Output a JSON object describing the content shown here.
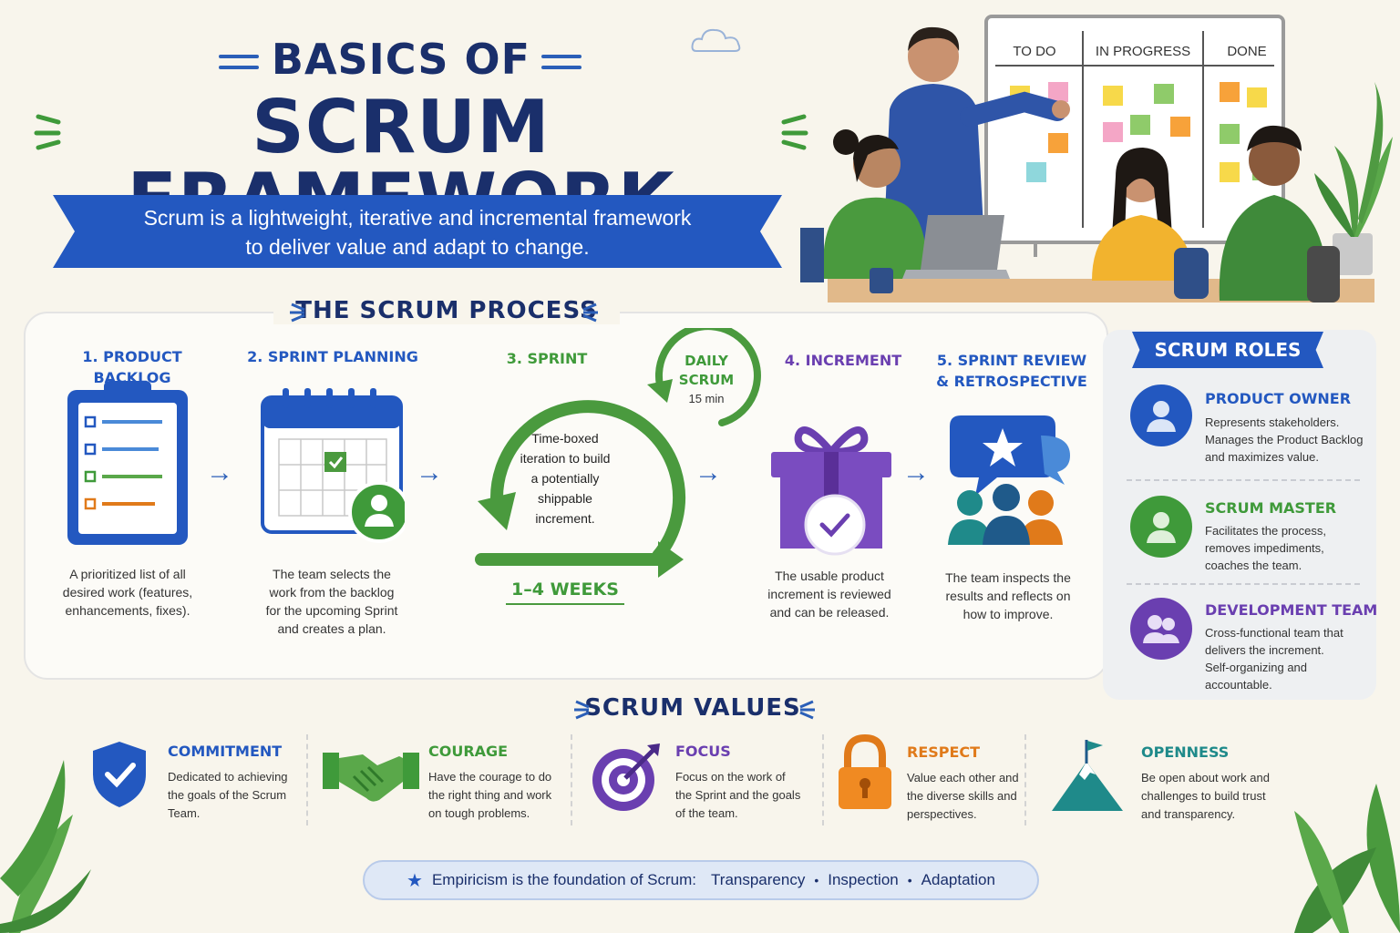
{
  "header": {
    "title_top": "BASICS OF",
    "title_main": "SCRUM FRAMEWORK",
    "tagline_1": "Scrum is a lightweight, iterative and incremental framework",
    "tagline_2": "to deliver value and adapt to change."
  },
  "board": {
    "columns": [
      "TO DO",
      "IN PROGRESS",
      "DONE"
    ]
  },
  "process": {
    "title": "THE SCRUM PROCESS",
    "steps": [
      {
        "title": "1. PRODUCT BACKLOG",
        "desc_1": "A prioritized list of all",
        "desc_2": "desired work (features,",
        "desc_3": "enhancements, fixes)."
      },
      {
        "title": "2. SPRINT PLANNING",
        "desc_1": "The team selects the",
        "desc_2": "work from the backlog",
        "desc_3": "for the upcoming Sprint",
        "desc_4": "and creates a plan."
      },
      {
        "title": "3. SPRINT",
        "inner_1": "Time-boxed",
        "inner_2": "iteration to build",
        "inner_3": "a potentially",
        "inner_4": "shippable",
        "inner_5": "increment.",
        "duration": "1–4 WEEKS"
      },
      {
        "title": "4. INCREMENT",
        "desc_1": "The usable product",
        "desc_2": "increment is reviewed",
        "desc_3": "and can be released."
      },
      {
        "title_1": "5. SPRINT REVIEW",
        "title_2": "& RETROSPECTIVE",
        "desc_1": "The team inspects the",
        "desc_2": "results and reflects on",
        "desc_3": "how to improve."
      }
    ],
    "daily": {
      "line_1": "DAILY",
      "line_2": "SCRUM",
      "time": "15 min"
    }
  },
  "roles": {
    "title": "SCRUM ROLES",
    "items": [
      {
        "title": "PRODUCT OWNER",
        "desc_1": "Represents stakeholders.",
        "desc_2": "Manages the Product Backlog",
        "desc_3": "and maximizes value.",
        "color": "#2358c0"
      },
      {
        "title": "SCRUM MASTER",
        "desc_1": "Facilitates the process,",
        "desc_2": "removes impediments,",
        "desc_3": "coaches the team.",
        "color": "#3f9a3a"
      },
      {
        "title": "DEVELOPMENT TEAM",
        "desc_1": "Cross-functional team that",
        "desc_2": "delivers the increment.",
        "desc_3": "Self-organizing and",
        "desc_4": "accountable.",
        "color": "#6a3fb0"
      }
    ]
  },
  "values": {
    "title": "SCRUM VALUES",
    "items": [
      {
        "title": "COMMITMENT",
        "desc_1": "Dedicated to achieving",
        "desc_2": "the goals of the Scrum",
        "desc_3": "Team.",
        "color": "#2358c0",
        "icon": "shield-icon"
      },
      {
        "title": "COURAGE",
        "desc_1": "Have the courage to do",
        "desc_2": "the right thing and work",
        "desc_3": "on tough problems.",
        "color": "#3f9a3a",
        "icon": "handshake-icon"
      },
      {
        "title": "FOCUS",
        "desc_1": "Focus on the work of",
        "desc_2": "the Sprint and the goals",
        "desc_3": "of the team.",
        "color": "#6a3fb0",
        "icon": "target-icon"
      },
      {
        "title": "RESPECT",
        "desc_1": "Value each other and",
        "desc_2": "the diverse skills and",
        "desc_3": "perspectives.",
        "color": "#e07a1a",
        "icon": "lock-icon"
      },
      {
        "title": "OPENNESS",
        "desc_1": "Be open about work and",
        "desc_2": "challenges to build trust",
        "desc_3": "and transparency.",
        "color": "#1f8a8a",
        "icon": "mountain-flag-icon"
      }
    ]
  },
  "footer": {
    "lead": "Empiricism is the foundation of Scrum:",
    "p1": "Transparency",
    "p2": "Inspection",
    "p3": "Adaptation"
  }
}
